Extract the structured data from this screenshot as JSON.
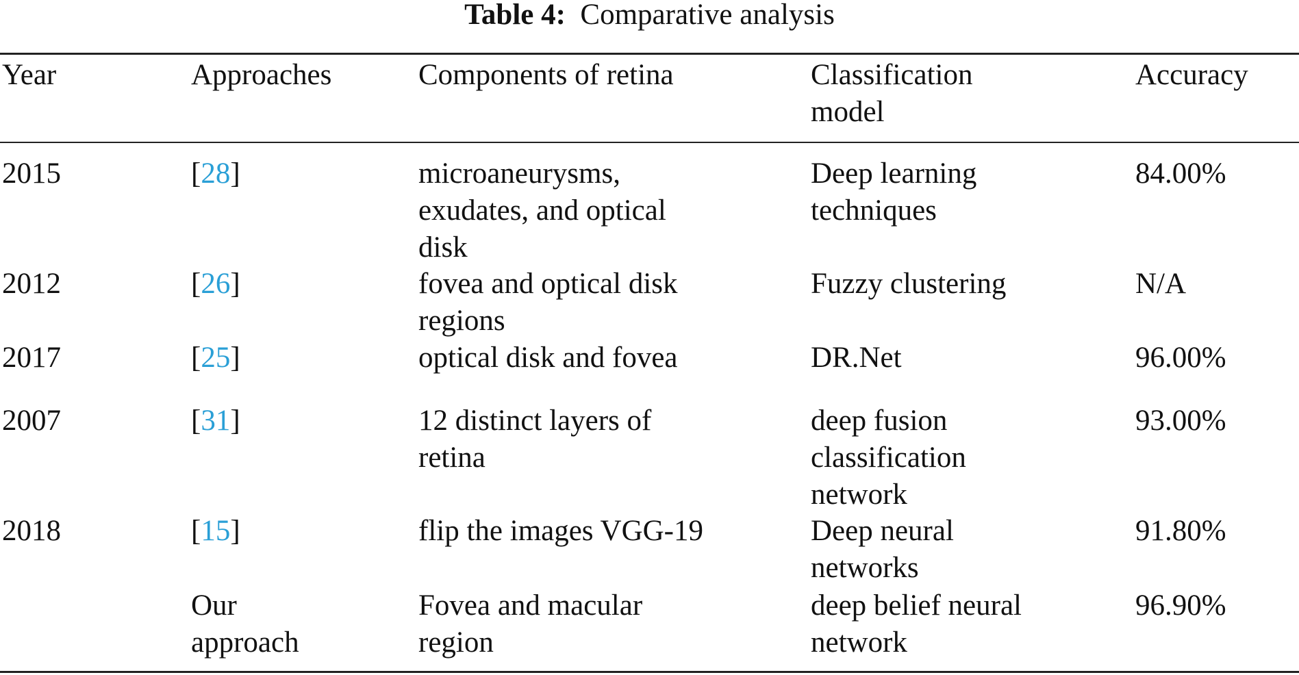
{
  "caption": {
    "label": "Table 4:",
    "title": "Comparative analysis"
  },
  "table": {
    "columns": [
      "Year",
      "Approaches",
      "Components of retina",
      "Classification\nmodel",
      "Accuracy"
    ],
    "rows": [
      {
        "year": "2015",
        "ref": "28",
        "components": "microaneurysms,\nexudates, and optical\ndisk",
        "model": "Deep learning\ntechniques",
        "accuracy": "84.00%"
      },
      {
        "year": "2012",
        "ref": "26",
        "components": "fovea and optical disk\nregions",
        "model": "Fuzzy clustering",
        "accuracy": "N/A"
      },
      {
        "year": "2017",
        "ref": "25",
        "components": "optical disk and fovea",
        "model": "DR.Net",
        "accuracy": "96.00%"
      },
      {
        "year": "2007",
        "ref": "31",
        "components": "12 distinct layers of\nretina",
        "model": "deep fusion\nclassification\nnetwork",
        "accuracy": "93.00%"
      },
      {
        "year": "2018",
        "ref": "15",
        "components": " flip the images VGG-19",
        "model": "Deep neural\nnetworks",
        "accuracy": "91.80%"
      },
      {
        "year": "",
        "approach": "Our\napproach",
        "components": "Fovea and macular\nregion",
        "model": "deep belief neural\nnetwork",
        "accuracy": "96.90%"
      }
    ]
  }
}
